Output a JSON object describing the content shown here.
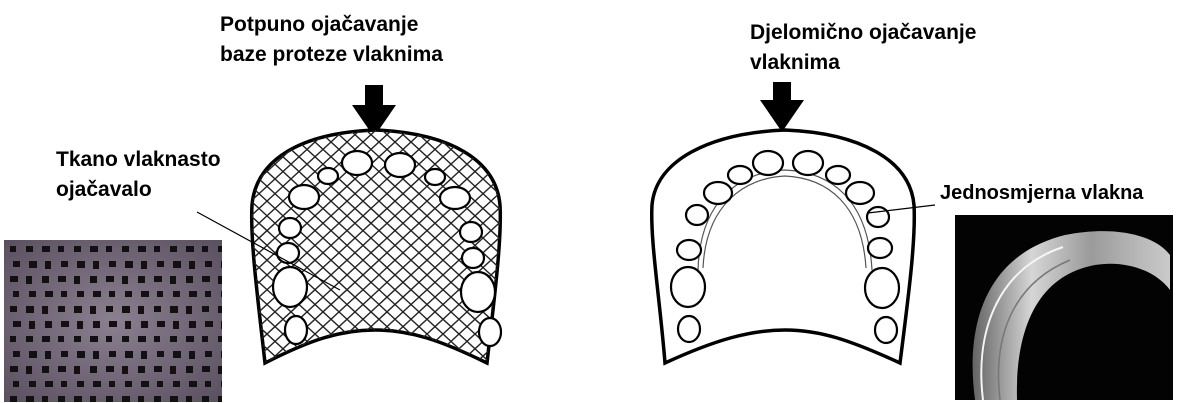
{
  "labels": {
    "full": [
      "Potpuno ojačavanje",
      "baze proteze vlaknima"
    ],
    "partial": [
      "Djelomično ojačavanje",
      "vlaknima"
    ],
    "woven": [
      "Tkano vlaknasto",
      "ojačavalo"
    ],
    "unidirectional": [
      "Jednosmjerna vlakna"
    ]
  },
  "colors": {
    "line": "#000000",
    "mesh_photo_base": "#6b6170",
    "fiber_photo_base": "#030303"
  },
  "icons": [
    "down-arrow-icon",
    "down-arrow-icon"
  ]
}
